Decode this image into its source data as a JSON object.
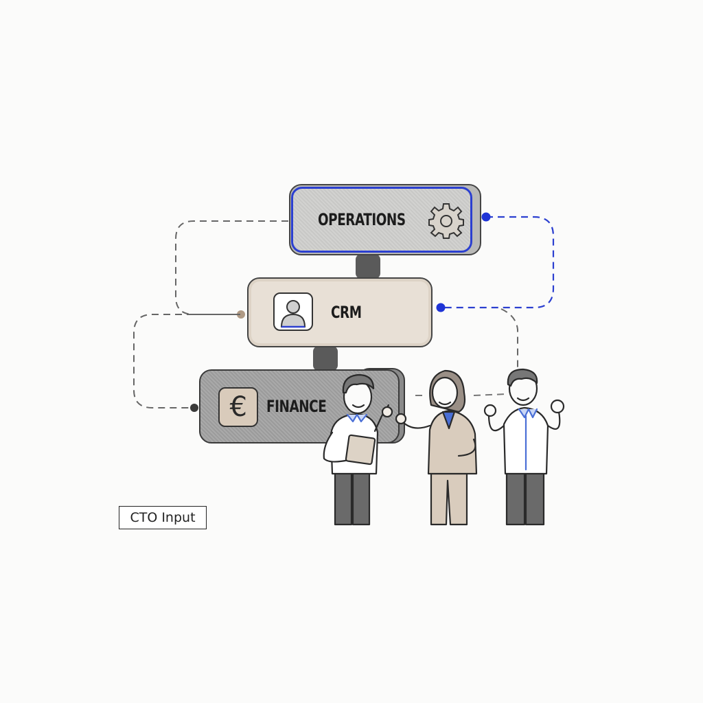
{
  "diagram": {
    "nodes": [
      {
        "id": "operations",
        "label": "OPERATIONS",
        "icon": "gear-icon",
        "accent": "#2b3fd0"
      },
      {
        "id": "crm",
        "label": "CRM",
        "icon": "user-profile-icon"
      },
      {
        "id": "finance",
        "label": "FINANCE",
        "icon": "euro-icon"
      }
    ],
    "annotation": {
      "label": "CTO Input"
    },
    "connectors": [
      {
        "from": "operations",
        "to": "crm",
        "style": "dashed",
        "color": "#555555",
        "side": "left"
      },
      {
        "from": "crm",
        "to": "finance",
        "style": "dashed",
        "color": "#555555",
        "side": "left"
      },
      {
        "from": "operations",
        "to": "crm",
        "style": "dashed",
        "color": "#2b3fd0",
        "side": "right"
      },
      {
        "from": "crm",
        "to": "team",
        "style": "dashed",
        "color": "#555555"
      }
    ],
    "people": [
      {
        "role": "man-with-clipboard",
        "shirt": "#ffffff",
        "collar": "#4a6fd6"
      },
      {
        "role": "woman-pointing",
        "shirt": "#d9ccbd",
        "collar": "#4a6fd6"
      },
      {
        "role": "man-cheering",
        "shirt": "#ffffff",
        "collar": "#4a6fd6"
      }
    ]
  },
  "colors": {
    "accent_blue": "#2b3fd0",
    "dash_gray": "#555555",
    "crm_fill": "#e8e0d6",
    "finance_fill": "#a3a3a3",
    "operations_fill": "#cdcdcb"
  }
}
